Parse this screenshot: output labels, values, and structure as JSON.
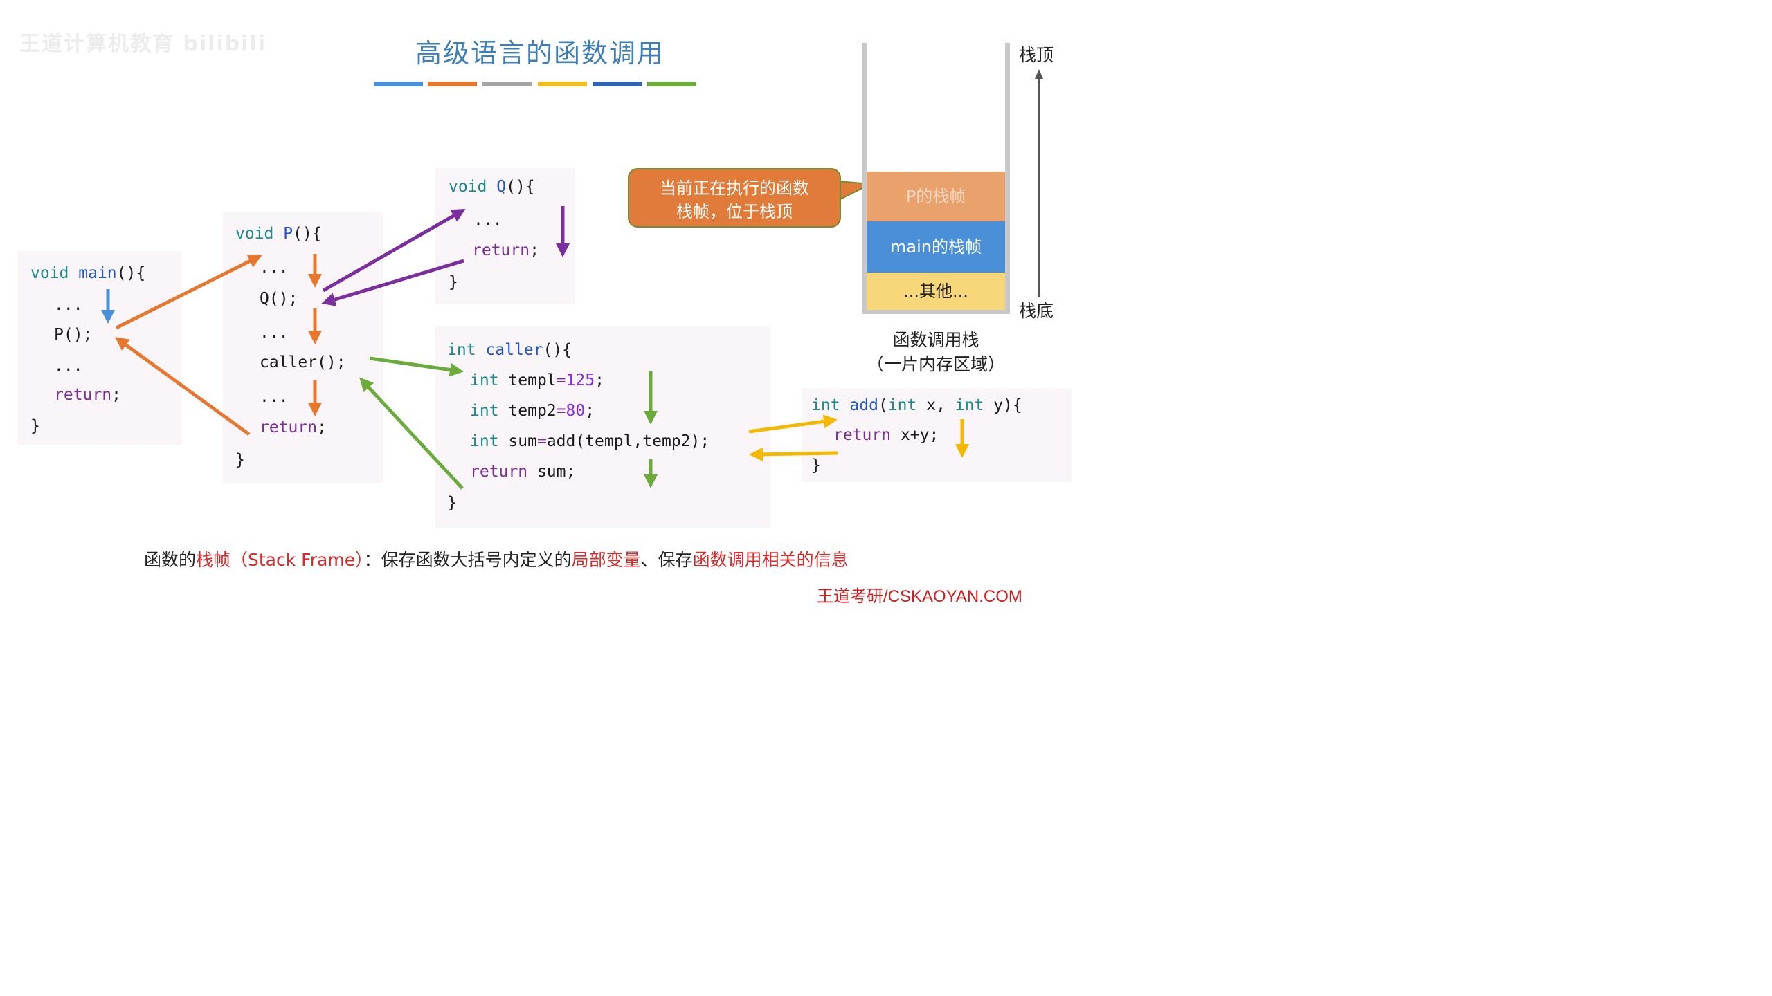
{
  "watermark": "王道计算机教育 bilibili",
  "title": "高级语言的函数调用",
  "title_bar_colors": [
    "#4a90d9",
    "#e8772e",
    "#a6a6a6",
    "#f2bd1e",
    "#2f64b7",
    "#6aab3c"
  ],
  "colors": {
    "main_arrow": "#4a90d9",
    "P_arrows": "#e8772e",
    "Q_arrows": "#7b2f9e",
    "caller_arrows": "#6aab3c",
    "add_arrows": "#f5b800"
  },
  "main_code": {
    "line1_kw": "void",
    "line1_fn": "main",
    "line1_rest": "(){",
    "line2": "...",
    "line3": "P();",
    "line4": "...",
    "line5_kw": "return",
    "line5_rest": ";",
    "line6": "}"
  },
  "P_code": {
    "line1_kw": "void",
    "line1_fn": "P",
    "line1_rest": "(){",
    "line2": "...",
    "line3": "Q();",
    "line4": "...",
    "line5": "caller();",
    "line6": "...",
    "line7_kw": "return",
    "line7_rest": ";",
    "line8": "}"
  },
  "Q_code": {
    "line1_kw": "void",
    "line1_fn": "Q",
    "line1_rest": "(){",
    "line2": "...",
    "line3_kw": "return",
    "line3_rest": ";",
    "line4": "}"
  },
  "caller_code": {
    "line1_kw": "int",
    "line1_fn": "caller",
    "line1_rest": "(){",
    "line2_kw": "int",
    "line2_var": "templ",
    "line2_op": "=",
    "line2_num": "125",
    "line2_end": ";",
    "line3_kw": "int",
    "line3_var": "temp2",
    "line3_op": "=",
    "line3_num": "80",
    "line3_end": ";",
    "line4_kw": "int",
    "line4_var": "sum",
    "line4_op": "=",
    "line4_rest": "add(templ,temp2);",
    "line5_kw": "return",
    "line5_rest": "sum;",
    "line6": "}"
  },
  "add_code": {
    "line1_kw": "int",
    "line1_fn": "add",
    "line1_p1": "(",
    "line1_kw2": "int",
    "line1_p2": "x,",
    "line1_kw3": "int",
    "line1_p3": "y){",
    "line2_kw": "return",
    "line2_rest": "x+y;",
    "line3": "}"
  },
  "callout_text_1": "当前正在执行的函数",
  "callout_text_2": "栈帧，位于栈顶",
  "stack": {
    "top_label": "栈顶",
    "bottom_label": "栈底",
    "frames": [
      {
        "label": "P的栈帧",
        "color": "#e9a26c"
      },
      {
        "label": "main的栈帧",
        "color": "#4a90d9"
      },
      {
        "label": "...其他...",
        "color": "#f7d77a"
      }
    ],
    "caption_1": "函数调用栈",
    "caption_2": "（一片内存区域）"
  },
  "footer": {
    "part1": "函数的",
    "part2_red": "栈帧（Stack Frame）",
    "part3": "：保存函数大括号内定义的",
    "part4_red": "局部变量",
    "part5": "、保存",
    "part6_red": "函数调用相关的信息"
  },
  "brand": "王道考研/CSKAOYAN.COM"
}
